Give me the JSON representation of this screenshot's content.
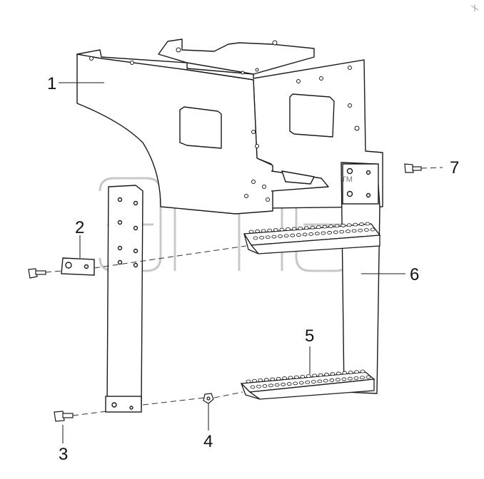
{
  "diagram": {
    "callouts": [
      {
        "id": "1",
        "label": "1"
      },
      {
        "id": "2",
        "label": "2"
      },
      {
        "id": "3",
        "label": "3"
      },
      {
        "id": "4",
        "label": "4"
      },
      {
        "id": "5",
        "label": "5"
      },
      {
        "id": "6",
        "label": "6"
      },
      {
        "id": "7",
        "label": "7"
      }
    ],
    "watermark": {
      "text": "элед",
      "trademark": "TM"
    },
    "colors": {
      "line": "#1a1a1a",
      "fill": "#ffffff",
      "watermark": "#c9c9c9",
      "dash": "#333333"
    }
  }
}
